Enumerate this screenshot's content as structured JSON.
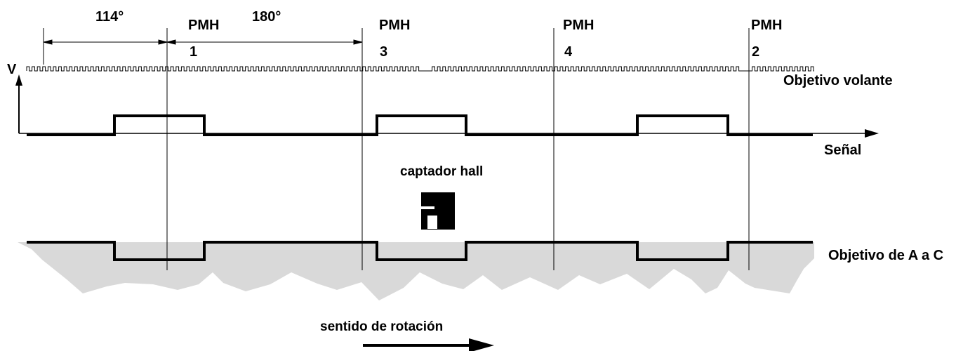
{
  "angles": {
    "first": "114°",
    "second": "180°"
  },
  "tdc_markers": [
    {
      "label": "PMH",
      "cylinder": "1"
    },
    {
      "label": "PMH",
      "cylinder": "3"
    },
    {
      "label": "PMH",
      "cylinder": "4"
    },
    {
      "label": "PMH",
      "cylinder": "2"
    }
  ],
  "axis": {
    "y_label": "V",
    "x_label": "Señal"
  },
  "tracks": {
    "flywheel_target": "Objetivo volante",
    "hall_sensor": "captador hall",
    "camshaft_target": "Objetivo de A a C"
  },
  "rotation_label": "sentido de rotación",
  "colors": {
    "ink": "#000000",
    "shadow": "#d9d9d9",
    "background": "#ffffff"
  }
}
